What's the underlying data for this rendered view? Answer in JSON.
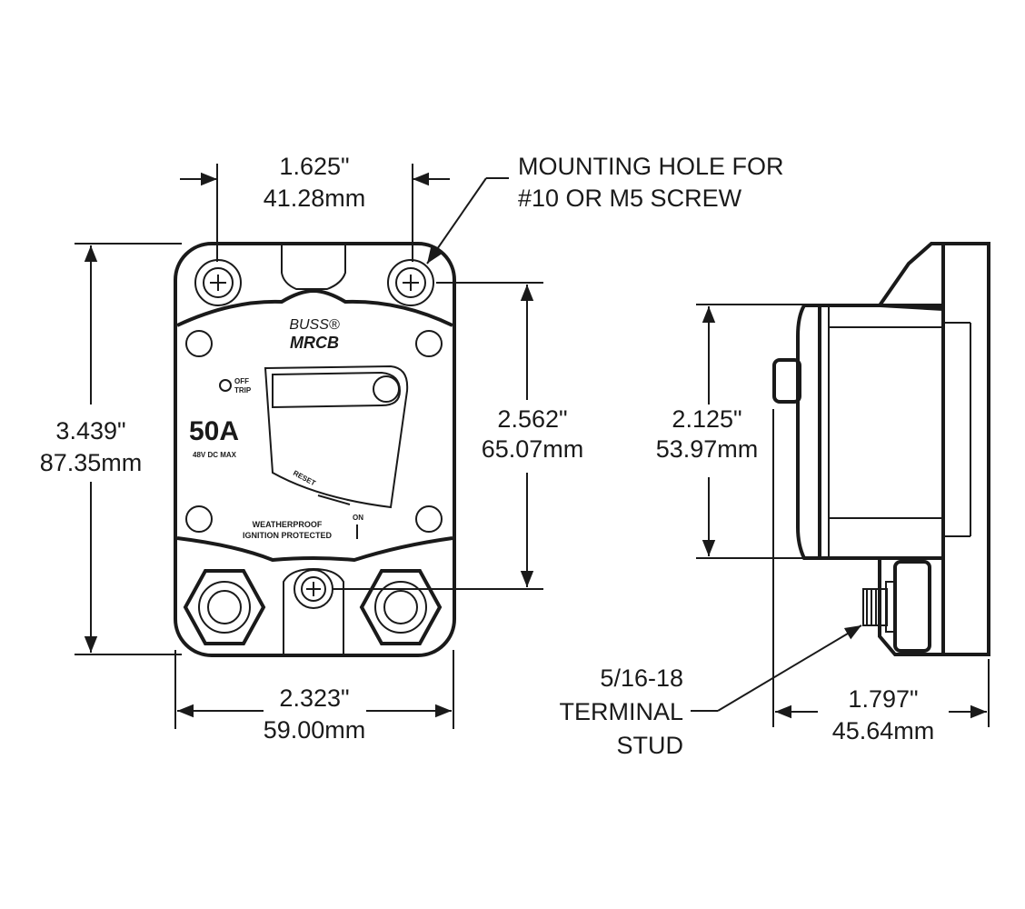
{
  "dimensions": {
    "top_width": {
      "imperial": "1.625\"",
      "metric": "41.28mm"
    },
    "left_height": {
      "imperial": "3.439\"",
      "metric": "87.35mm"
    },
    "inner_height": {
      "imperial": "2.562\"",
      "metric": "65.07mm"
    },
    "bottom_width": {
      "imperial": "2.323\"",
      "metric": "59.00mm"
    },
    "side_height": {
      "imperial": "2.125\"",
      "metric": "53.97mm"
    },
    "side_depth": {
      "imperial": "1.797\"",
      "metric": "45.64mm"
    }
  },
  "callouts": {
    "mounting_hole": [
      "MOUNTING HOLE FOR",
      "#10 OR M5 SCREW"
    ],
    "terminal_stud": [
      "5/16-18",
      "TERMINAL",
      "STUD"
    ]
  },
  "device": {
    "brand": "BUSS®",
    "model": "MRCB",
    "rating": "50A",
    "voltage": "48V DC MAX",
    "trip_label": [
      "OFF",
      "TRIP"
    ],
    "reset_label": "RESET",
    "on_label": "ON",
    "weather_label": [
      "WEATHERPROOF",
      "IGNITION PROTECTED"
    ]
  }
}
